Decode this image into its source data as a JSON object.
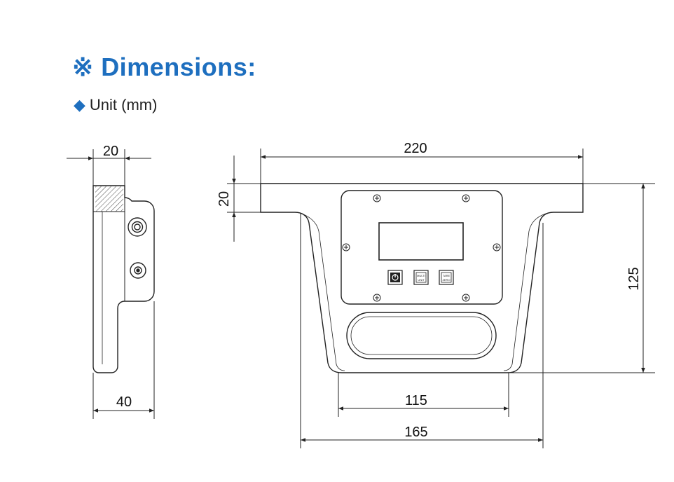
{
  "header": {
    "title_mark": "※",
    "title": "Dimensions",
    "title_colon": ":",
    "unit_mark": "◆",
    "unit_text": "Unit (mm)"
  },
  "colors": {
    "accent": "#1e6fbf",
    "line": "#222222"
  },
  "side_view": {
    "top_width": "20",
    "bottom_width": "40"
  },
  "front_view": {
    "width_total": "220",
    "top_thickness": "20",
    "height": "125",
    "handle_width": "115",
    "bottom_width": "165",
    "buttons": [
      {
        "icon": "power-icon"
      },
      {
        "line1": "MULTI",
        "line2": "UNIT"
      },
      {
        "line1": "TARE",
        "line2": "ZERO"
      }
    ]
  }
}
